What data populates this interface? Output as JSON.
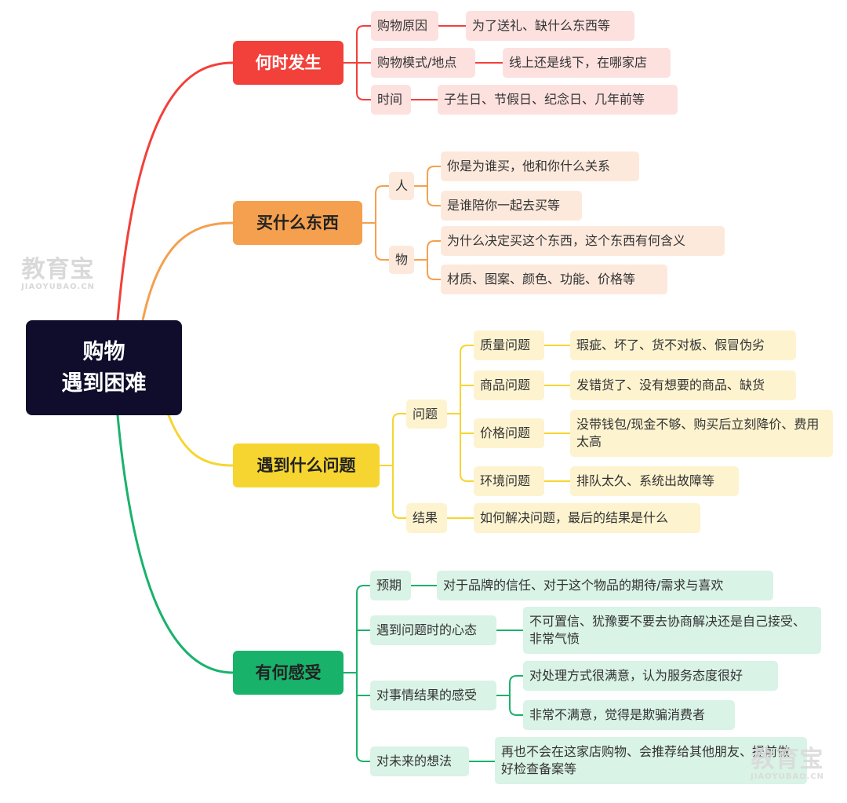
{
  "root": {
    "line1": "购物",
    "line2": "遇到困难"
  },
  "branches": {
    "when": {
      "label": "何时发生",
      "reason": {
        "label": "购物原因",
        "detail": "为了送礼、缺什么东西等"
      },
      "mode": {
        "label": "购物模式/地点",
        "detail": "线上还是线下，在哪家店"
      },
      "time": {
        "label": "时间",
        "detail": "子生日、节假日、纪念日、几年前等"
      }
    },
    "what": {
      "label": "买什么东西",
      "person": {
        "label": "人",
        "details": [
          "你是为谁买，他和你什么关系",
          "是谁陪你一起去买等"
        ]
      },
      "thing": {
        "label": "物",
        "details": [
          "为什么决定买这个东西，这个东西有何含义",
          "材质、图案、颜色、功能、价格等"
        ]
      }
    },
    "problems": {
      "label": "遇到什么问题",
      "issue": {
        "label": "问题",
        "quality": {
          "label": "质量问题",
          "detail": "瑕疵、坏了、货不对板、假冒伪劣"
        },
        "goods": {
          "label": "商品问题",
          "detail": "发错货了、没有想要的商品、缺货"
        },
        "price": {
          "label": "价格问题",
          "detail": "没带钱包/现金不够、购买后立刻降价、费用太高"
        },
        "env": {
          "label": "环境问题",
          "detail": "排队太久、系统出故障等"
        }
      },
      "result": {
        "label": "结果",
        "detail": "如何解决问题，最后的结果是什么"
      }
    },
    "feelings": {
      "label": "有何感受",
      "expect": {
        "label": "预期",
        "detail": "对于品牌的信任、对于这个物品的期待/需求与喜欢"
      },
      "mood": {
        "label": "遇到问题时的心态",
        "detail": "不可置信、犹豫要不要去协商解决还是自己接受、非常气愤"
      },
      "outcome": {
        "label": "对事情结果的感受",
        "details": [
          "对处理方式很满意，认为服务态度很好",
          "非常不满意，觉得是欺骗消费者"
        ]
      },
      "future": {
        "label": "对未来的想法",
        "detail": "再也不会在这家店购物、会推荐给其他朋友、提前做好检查备案等"
      }
    }
  },
  "watermark": {
    "text": "教育宝",
    "domain": "JIAOYUBAO.CN"
  },
  "colors": {
    "root": "#0f0d2b",
    "red": "#f2403a",
    "orange": "#f4a04e",
    "yellow": "#f6d530",
    "green": "#19b26b"
  }
}
